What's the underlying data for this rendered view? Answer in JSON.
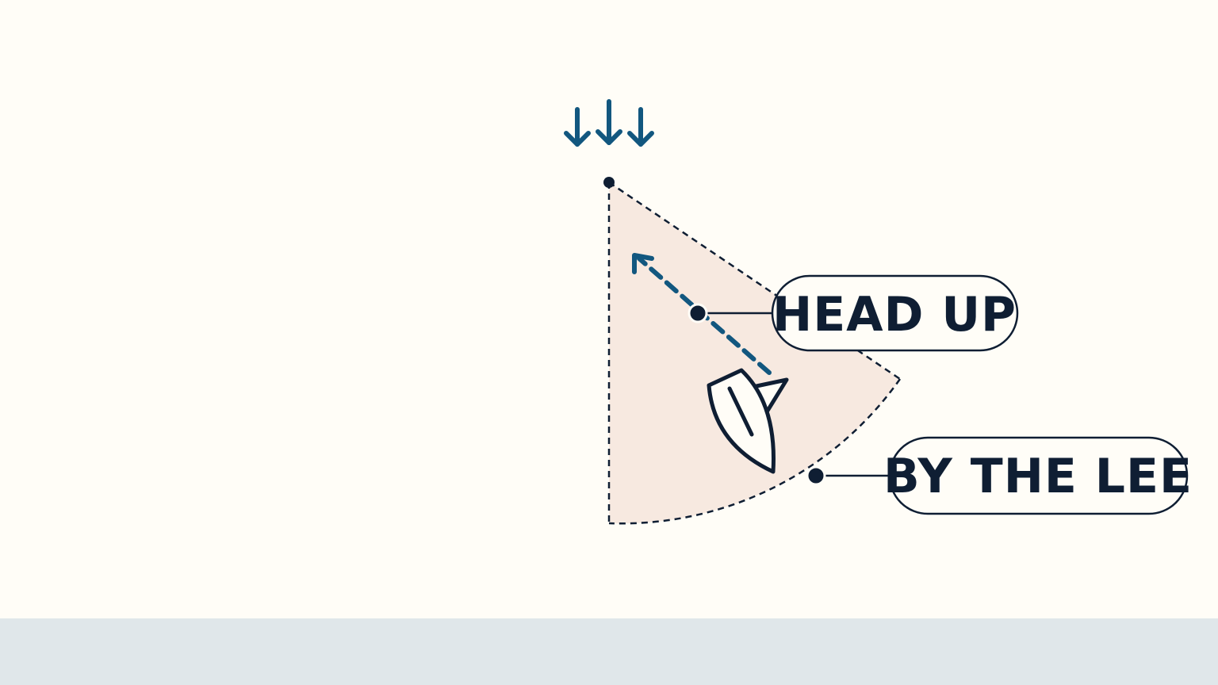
{
  "diagram": {
    "callouts": [
      {
        "id": "head-up",
        "label": "HEAD UP"
      },
      {
        "id": "by-the-lee",
        "label": "BY THE LEE"
      }
    ],
    "icons": {
      "wind": "wind-arrows-icon",
      "boat": "sailboat-icon",
      "course": "course-arrow-icon"
    }
  },
  "colors": {
    "background": "#fffdf7",
    "sector_fill": "#f7e9e0",
    "ink": "#0f1e33",
    "accent": "#12577f",
    "bottom_bar": "#e0e7ea"
  }
}
